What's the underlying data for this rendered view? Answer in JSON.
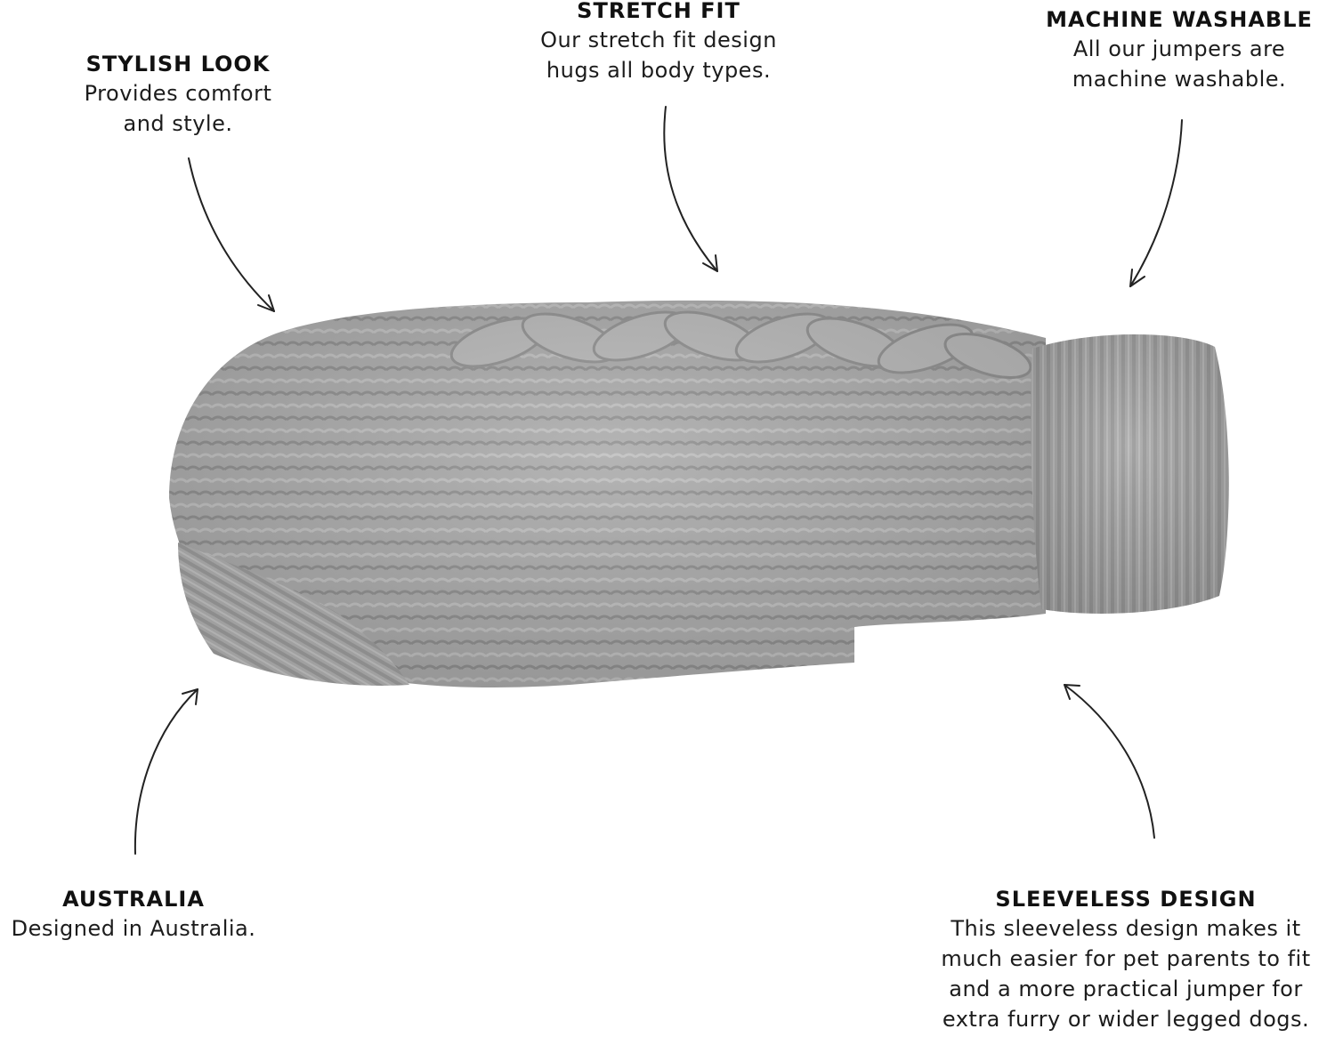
{
  "product": {
    "name": "cable knit dog jumper",
    "color": "#a9a9a9",
    "shadow_color": "#8f8f8f",
    "highlight_color": "#c4c4c4"
  },
  "callouts": {
    "stylish_look": {
      "title": "STYLISH LOOK",
      "lines": [
        "Provides comfort",
        "and style."
      ]
    },
    "stretch_fit": {
      "title": "STRETCH FIT",
      "lines": [
        "Our stretch fit design",
        "hugs all body types."
      ]
    },
    "machine_washable": {
      "title": "MACHINE WASHABLE",
      "lines": [
        "All our jumpers are",
        "machine washable."
      ]
    },
    "australia": {
      "title": "AUSTRALIA",
      "lines": [
        "Designed in Australia."
      ]
    },
    "sleeveless_design": {
      "title": "SLEEVELESS DESIGN",
      "lines": [
        "This sleeveless design makes it",
        "much easier for pet parents to fit",
        "and a more practical jumper for",
        "extra furry or wider legged dogs."
      ]
    }
  },
  "arrows": {
    "color": "#222222"
  }
}
